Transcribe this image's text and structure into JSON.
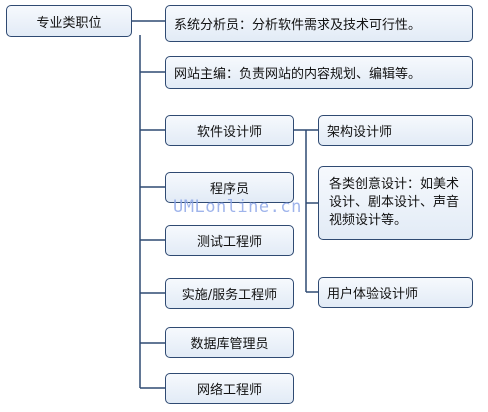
{
  "root": {
    "label": "专业类职位"
  },
  "roles": {
    "analyst": "系统分析员：分析软件需求及技术可行性。",
    "editor": "网站主编：负责网站的内容规划、编辑等。",
    "software_designer": "软件设计师",
    "programmer": "程序员",
    "test_engineer": "测试工程师",
    "implementation_engineer": "实施/服务工程师",
    "dba": "数据库管理员",
    "network_engineer": "网络工程师"
  },
  "designer_subroles": {
    "architect": "架构设计师",
    "creative": "各类创意设计：如美术设计、剧本设计、声音视频设计等。",
    "ux": "用户体验设计师"
  },
  "watermark": "UMLonline.cn"
}
